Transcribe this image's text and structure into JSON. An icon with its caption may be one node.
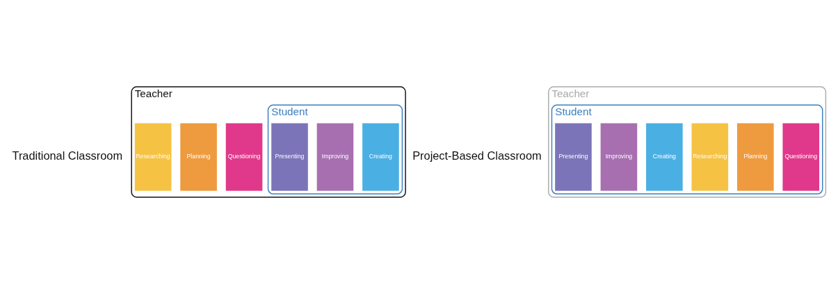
{
  "diagram": {
    "nodes": [
      {
        "text": [
          "Teacher"
        ]
      },
      {
        "text": [
          "Questioning"
        ],
        "in": 0
      },
      {
        "text": [
          "Planning"
        ],
        "in": 0
      },
      {
        "text": [
          "Researching"
        ],
        "in": 0
      },
      {
        "text": [
          "Student"
        ],
        "in": 0
      },
      {
        "text": [
          "Creating"
        ],
        "in": 4
      },
      {
        "text": [
          "Improving"
        ],
        "in": 4
      },
      {
        "text": [
          "Presenting"
        ],
        "in": 4
      },
      {
        "text": [
          "Teacher"
        ]
      },
      {
        "text": [
          "Student"
        ],
        "in": 8
      },
      {
        "text": [
          "Questioning"
        ],
        "in": 9
      },
      {
        "text": [
          "Planning"
        ],
        "in": 9
      },
      {
        "text": [
          "Researching"
        ],
        "in": 9
      },
      {
        "text": [
          "Creating"
        ],
        "in": 9
      },
      {
        "text": [
          "Improving"
        ],
        "in": 9
      },
      {
        "text": [
          "Presenting"
        ],
        "in": 9
      }
    ],
    "edges": [],
    "labels": [
      "Traditional Classroom",
      "Project-Based Classroom"
    ]
  }
}
